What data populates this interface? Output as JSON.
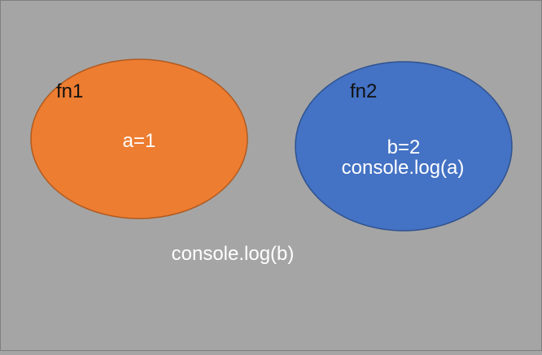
{
  "diagram": {
    "scopes": [
      {
        "label": "fn1",
        "content": [
          "a=1"
        ],
        "fill": "#ed7d31",
        "stroke": "#b05a1f"
      },
      {
        "label": "fn2",
        "content": [
          "b=2",
          "console.log(a)"
        ],
        "fill": "#4472c4",
        "stroke": "#2f528f"
      }
    ],
    "outer_statement": "console.log(b)",
    "colors": {
      "background": "#a5a5a5",
      "border": "#7f7f7f",
      "label_text": "#111111",
      "inner_text": "#ffffff"
    }
  }
}
